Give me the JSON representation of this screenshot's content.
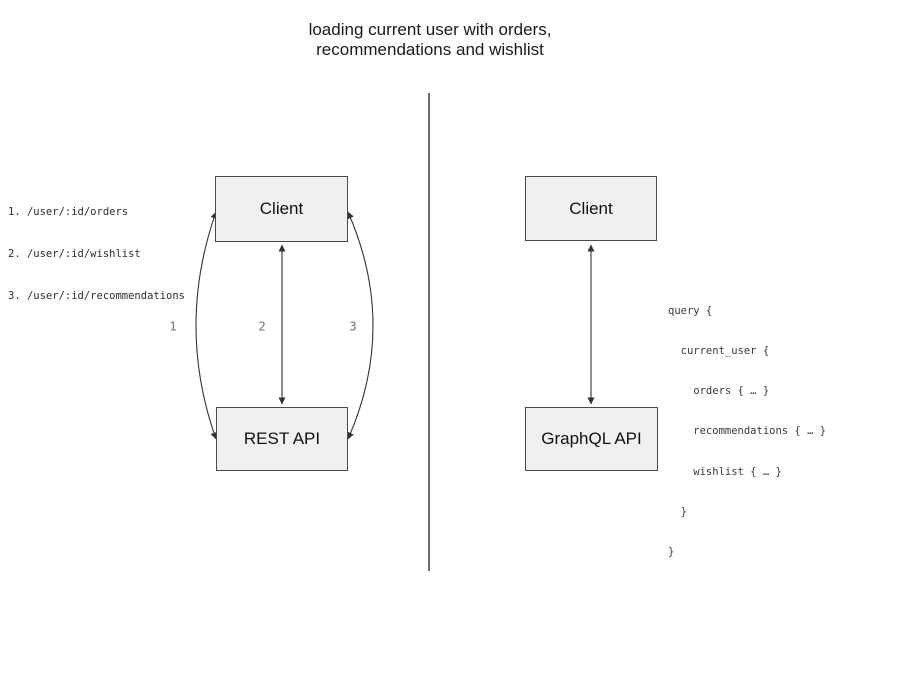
{
  "title": {
    "line1": "loading current user with orders,",
    "line2": "recommendations and wishlist"
  },
  "rest_panel": {
    "endpoints": [
      "1. /user/:id/orders",
      "2. /user/:id/wishlist",
      "3. /user/:id/recommendations"
    ],
    "client_box_label": "Client",
    "api_box_label": "REST API",
    "arrow_labels": [
      "1",
      "2",
      "3"
    ]
  },
  "graphql_panel": {
    "client_box_label": "Client",
    "api_box_label": "GraphQL API",
    "query_lines": [
      "query {",
      "  current_user {",
      "    orders { … }",
      "    recommendations { … }",
      "    wishlist { … }",
      "  }",
      "}"
    ]
  },
  "colors": {
    "box_fill": "#f0f0f0",
    "box_border": "#4a4a4a",
    "arrow": "#333333",
    "divider": "#6e6e6e",
    "muted_label": "#757575"
  }
}
